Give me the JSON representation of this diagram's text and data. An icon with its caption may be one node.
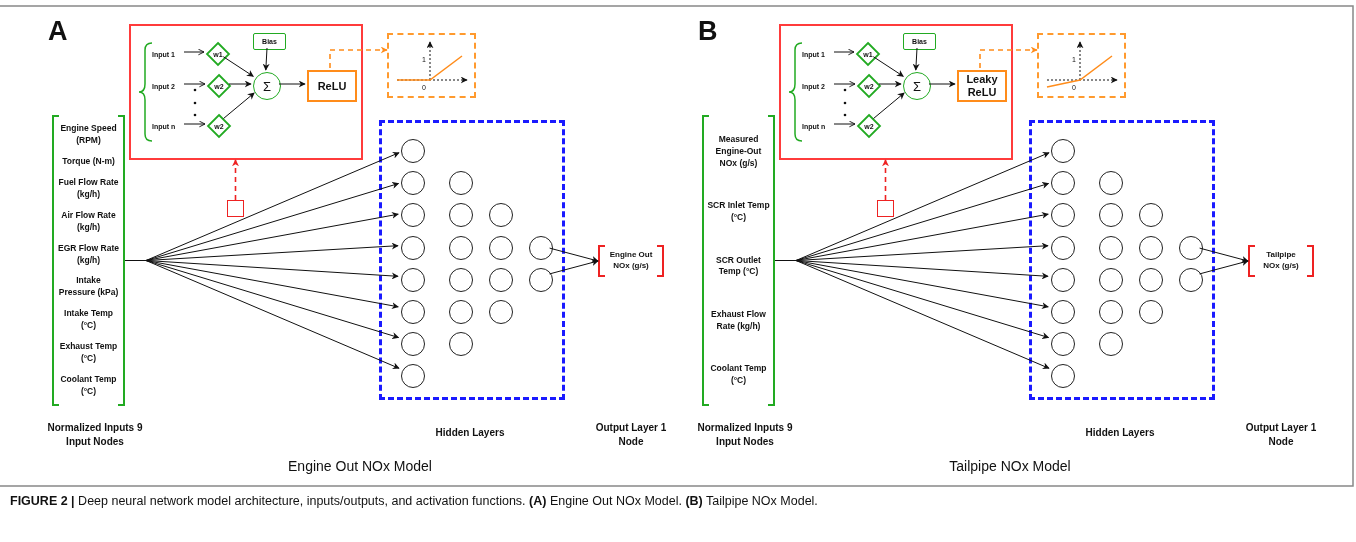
{
  "diagram": {
    "caption": "**FIGURE 2 |** Deep neural network model architecture, inputs/outputs, and activation functions. **(A)** Engine Out NOx Model. **(B)** Tailpipe NOx Model.",
    "nodes": [
      {
        "text": [],
        "shape": "box"
      },
      {
        "text": [
          "Input 1"
        ],
        "in": 0
      },
      {
        "text": [
          "Input 2"
        ],
        "in": 0
      },
      {
        "text": [
          "Input n"
        ],
        "in": 0
      },
      {
        "text": [
          "w1"
        ],
        "in": 0
      },
      {
        "text": [
          "w2"
        ],
        "in": 0
      },
      {
        "text": [
          "w2"
        ],
        "in": 0
      },
      {
        "text": [
          "Bias"
        ],
        "in": 0
      },
      {
        "text": [
          "Σ"
        ],
        "in": 0
      },
      {
        "text": [
          "ReLU"
        ],
        "in": 0
      },
      {
        "text": [
          "1",
          "0"
        ]
      },
      {
        "text": [],
        "shape": "box"
      },
      {
        "text": [
          "Engine Speed (RPM)",
          "Torque (N-m)",
          "Fuel Flow Rate (kg/h)",
          "Air Flow Rate (kg/h)",
          "EGR Flow Rate (kg/h)",
          "Intake Pressure (kPa)",
          "Intake Temp (°C)",
          "Exhaust Temp (°C)",
          "Coolant Temp (°C)"
        ],
        "beside": [
          "Normalized Inputs 9 Input Nodes"
        ]
      },
      {
        "text": [],
        "shape": "box",
        "beside": [
          "Hidden Layers"
        ]
      },
      {
        "text": [],
        "shape": "circle",
        "in": 13
      },
      {
        "text": [],
        "shape": "circle",
        "in": 13
      },
      {
        "text": [],
        "shape": "circle",
        "in": 13
      },
      {
        "text": [],
        "shape": "circle",
        "in": 13
      },
      {
        "text": [],
        "shape": "circle",
        "in": 13
      },
      {
        "text": [],
        "shape": "circle",
        "in": 13
      },
      {
        "text": [],
        "shape": "circle",
        "in": 13
      },
      {
        "text": [],
        "shape": "circle",
        "in": 13
      },
      {
        "text": [],
        "shape": "circle",
        "in": 13
      },
      {
        "text": [],
        "shape": "circle",
        "in": 13
      },
      {
        "text": [],
        "shape": "circle",
        "in": 13
      },
      {
        "text": [],
        "shape": "circle",
        "in": 13
      },
      {
        "text": [],
        "shape": "circle",
        "in": 13
      },
      {
        "text": [],
        "shape": "circle",
        "in": 13
      },
      {
        "text": [],
        "shape": "circle",
        "in": 13
      },
      {
        "text": [],
        "shape": "circle",
        "in": 13
      },
      {
        "text": [],
        "shape": "circle",
        "in": 13
      },
      {
        "text": [],
        "shape": "circle",
        "in": 13
      },
      {
        "text": [],
        "shape": "circle",
        "in": 13
      },
      {
        "text": [],
        "shape": "circle",
        "in": 13
      },
      {
        "text": [
          "Engine Out NOx (g/s)"
        ]
      },
      {
        "text": [],
        "shape": "box"
      },
      {
        "text": [
          "Input 1"
        ],
        "in": 35
      },
      {
        "text": [
          "Input 2"
        ],
        "in": 35
      },
      {
        "text": [
          "Input n"
        ],
        "in": 35
      },
      {
        "text": [
          "w1"
        ],
        "in": 35
      },
      {
        "text": [
          "w2"
        ],
        "in": 35
      },
      {
        "text": [
          "w2"
        ],
        "in": 35
      },
      {
        "text": [
          "Bias"
        ],
        "in": 35
      },
      {
        "text": [
          "Σ"
        ],
        "in": 35
      },
      {
        "text": [
          "Leaky ReLU"
        ],
        "in": 35
      },
      {
        "text": [
          "1",
          "0"
        ]
      },
      {
        "text": [],
        "shape": "box"
      },
      {
        "text": [
          "Measured Engine-Out NOx (g/s)",
          "SCR Inlet Temp (°C)",
          "SCR Outlet Temp (°C)",
          "Exhaust Flow Rate (kg/h)",
          "Coolant Temp (°C)"
        ],
        "beside": [
          "Normalized Inputs 9 Input Nodes"
        ]
      },
      {
        "text": [],
        "shape": "box",
        "beside": [
          "Hidden Layers"
        ]
      },
      {
        "text": [],
        "shape": "circle",
        "in": 48
      },
      {
        "text": [],
        "shape": "circle",
        "in": 48
      },
      {
        "text": [],
        "shape": "circle",
        "in": 48
      },
      {
        "text": [],
        "shape": "circle",
        "in": 48
      },
      {
        "text": [],
        "shape": "circle",
        "in": 48
      },
      {
        "text": [],
        "shape": "circle",
        "in": 48
      },
      {
        "text": [],
        "shape": "circle",
        "in": 48
      },
      {
        "text": [],
        "shape": "circle",
        "in": 48
      },
      {
        "text": [],
        "shape": "circle",
        "in": 48
      },
      {
        "text": [],
        "shape": "circle",
        "in": 48
      },
      {
        "text": [],
        "shape": "circle",
        "in": 48
      },
      {
        "text": [],
        "shape": "circle",
        "in": 48
      },
      {
        "text": [],
        "shape": "circle",
        "in": 48
      },
      {
        "text": [],
        "shape": "circle",
        "in": 48
      },
      {
        "text": [],
        "shape": "circle",
        "in": 48
      },
      {
        "text": [],
        "shape": "circle",
        "in": 48
      },
      {
        "text": [],
        "shape": "circle",
        "in": 48
      },
      {
        "text": [],
        "shape": "circle",
        "in": 48
      },
      {
        "text": [],
        "shape": "circle",
        "in": 48
      },
      {
        "text": [],
        "shape": "circle",
        "in": 48
      },
      {
        "text": [
          "Tailpipe NOx (g/s)"
        ]
      }
    ],
    "edges": [
      {
        "from": 1,
        "to": 4,
        "arrow": "to"
      },
      {
        "from": 2,
        "to": 5,
        "arrow": "to"
      },
      {
        "from": 3,
        "to": 6,
        "arrow": "to"
      },
      {
        "from": 4,
        "to": 8,
        "arrow": "to"
      },
      {
        "from": 5,
        "to": 8,
        "arrow": "to"
      },
      {
        "from": 6,
        "to": 8,
        "arrow": "to"
      },
      {
        "from": 7,
        "to": 8,
        "arrow": "to"
      },
      {
        "from": 8,
        "to": 9,
        "arrow": "to"
      },
      {
        "from": 9,
        "to": 10,
        "arrow": "to",
        "style": "dashed",
        "color": "#ff8c1a"
      },
      {
        "from": 11,
        "to": 0,
        "arrow": "to",
        "style": "dashed",
        "color": "#ee2222"
      },
      {
        "from": 12,
        "to": 14,
        "arrow": "to"
      },
      {
        "from": 12,
        "to": 15,
        "arrow": "to"
      },
      {
        "from": 12,
        "to": 16,
        "arrow": "to"
      },
      {
        "from": 12,
        "to": 17,
        "arrow": "to"
      },
      {
        "from": 12,
        "to": 18,
        "arrow": "to"
      },
      {
        "from": 12,
        "to": 19,
        "arrow": "to"
      },
      {
        "from": 12,
        "to": 20,
        "arrow": "to"
      },
      {
        "from": 12,
        "to": 21,
        "arrow": "to"
      },
      {
        "from": 32,
        "to": 34,
        "arrow": "to"
      },
      {
        "from": 33,
        "to": 34,
        "arrow": "to"
      },
      {
        "from": 36,
        "to": 39,
        "arrow": "to"
      },
      {
        "from": 37,
        "to": 40,
        "arrow": "to"
      },
      {
        "from": 38,
        "to": 41,
        "arrow": "to"
      },
      {
        "from": 39,
        "to": 43,
        "arrow": "to"
      },
      {
        "from": 40,
        "to": 43,
        "arrow": "to"
      },
      {
        "from": 41,
        "to": 43,
        "arrow": "to"
      },
      {
        "from": 42,
        "to": 43,
        "arrow": "to"
      },
      {
        "from": 43,
        "to": 44,
        "arrow": "to"
      },
      {
        "from": 44,
        "to": 45,
        "arrow": "to",
        "style": "dashed",
        "color": "#ff8c1a"
      },
      {
        "from": 46,
        "to": 35,
        "arrow": "to",
        "style": "dashed",
        "color": "#ee2222"
      },
      {
        "from": 47,
        "to": 49,
        "arrow": "to"
      },
      {
        "from": 47,
        "to": 50,
        "arrow": "to"
      },
      {
        "from": 47,
        "to": 51,
        "arrow": "to"
      },
      {
        "from": 47,
        "to": 52,
        "arrow": "to"
      },
      {
        "from": 47,
        "to": 53,
        "arrow": "to"
      },
      {
        "from": 47,
        "to": 54,
        "arrow": "to"
      },
      {
        "from": 47,
        "to": 55,
        "arrow": "to"
      },
      {
        "from": 47,
        "to": 56,
        "arrow": "to"
      },
      {
        "from": 67,
        "to": 69,
        "arrow": "to"
      },
      {
        "from": 68,
        "to": 69,
        "arrow": "to"
      }
    ],
    "labels": [
      "A",
      "Output Layer 1 Node",
      "Engine Out NOx Model",
      "B",
      "Output Layer 1 Node",
      "Tailpipe NOx Model"
    ]
  }
}
